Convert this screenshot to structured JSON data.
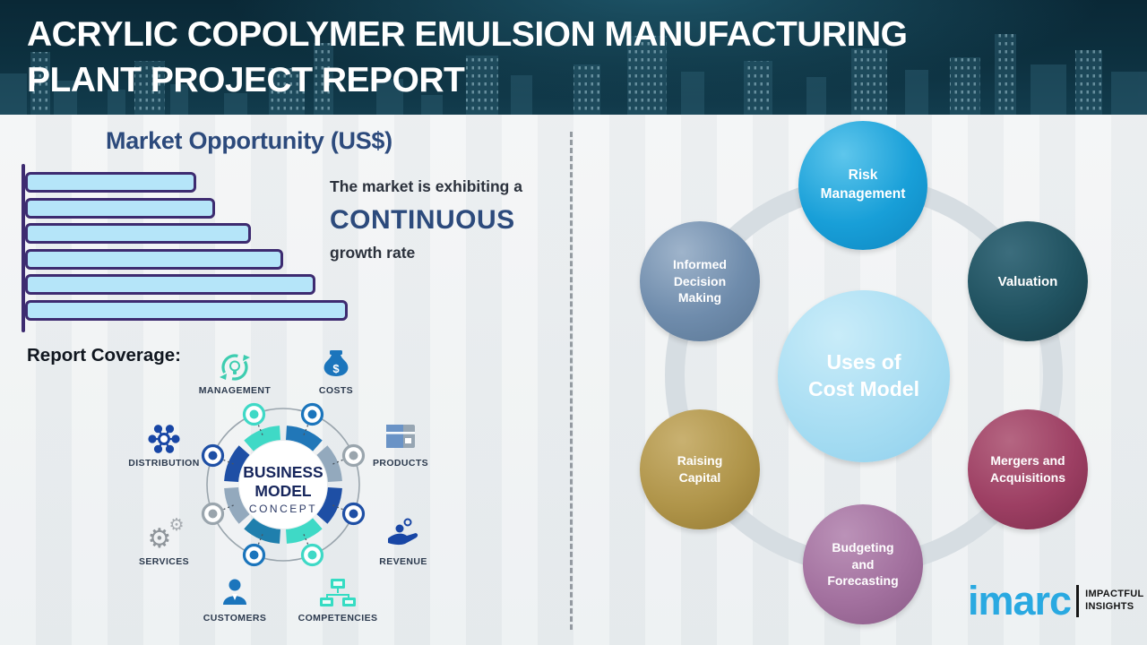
{
  "header": {
    "title_line1": "ACRYLIC COPOLYMER EMULSION MANUFACTURING",
    "title_line2": "PLANT PROJECT REPORT"
  },
  "market": {
    "heading": "Market Opportunity (US$)",
    "note_line1": "The market is exhibiting a",
    "note_emphasis": "CONTINUOUS",
    "note_line2": "growth rate"
  },
  "chart_data": {
    "type": "bar",
    "orientation": "horizontal",
    "title": "Market Opportunity (US$)",
    "categories": [
      "",
      "",
      "",
      "",
      "",
      ""
    ],
    "values": [
      53,
      59,
      70,
      80,
      90,
      100
    ],
    "value_unit": "relative-percent (no tick labels shown in image)",
    "ylabel": "",
    "xlabel": "",
    "grid": false,
    "legend": false,
    "bar_fill": "#b5e5f9",
    "bar_border": "#3d2b70",
    "axis_color": "#3d2b70"
  },
  "report_coverage": {
    "label": "Report Coverage:"
  },
  "business_model": {
    "center_line1": "BUSINESS",
    "center_line2": "MODEL",
    "center_line3": "CONCEPT",
    "items": [
      {
        "label": "MANAGEMENT",
        "icon": "recycle-lightbulb-icon",
        "color": "#3ecdb0"
      },
      {
        "label": "COSTS",
        "icon": "money-bag-icon",
        "color": "#1b75bc"
      },
      {
        "label": "DISTRIBUTION",
        "icon": "network-hub-icon",
        "color": "#1846a5"
      },
      {
        "label": "PRODUCTS",
        "icon": "product-box-icon",
        "color": "#97a6b3"
      },
      {
        "label": "SERVICES",
        "icon": "gears-icon",
        "color": "#8f959b"
      },
      {
        "label": "REVENUE",
        "icon": "hand-coins-icon",
        "color": "#1846a5"
      },
      {
        "label": "CUSTOMERS",
        "icon": "person-icon",
        "color": "#1b75bc"
      },
      {
        "label": "COMPETENCIES",
        "icon": "org-chart-icon",
        "color": "#35dcc3"
      }
    ],
    "ring_segment_colors": [
      "#3fd9c6",
      "#2177b8",
      "#93a9bd",
      "#1e4fa5",
      "#3fd9c6",
      "#1f7fad",
      "#93a9bd",
      "#1e4fa5"
    ]
  },
  "cost_model": {
    "center_label": "Uses of\nCost Model",
    "center_color": "#a5dcf2",
    "items": [
      {
        "label": "Risk\nManagement",
        "color": "#189fd8"
      },
      {
        "label": "Valuation",
        "color": "#205260"
      },
      {
        "label": "Informed\nDecision\nMaking",
        "color": "#6f8cac"
      },
      {
        "label": "Mergers and\nAcquisitions",
        "color": "#9d3f63"
      },
      {
        "label": "Raising\nCapital",
        "color": "#b0954a"
      },
      {
        "label": "Budgeting\nand\nForecasting",
        "color": "#a3719f"
      }
    ],
    "ring_color": "#d6dde2"
  },
  "footer": {
    "brand": "imarc",
    "tagline_line1": "IMPACTFUL",
    "tagline_line2": "INSIGHTS"
  },
  "colors": {
    "header_bg": "#0d3140",
    "accent_navy": "#2c4a7c",
    "divider": "#868d94",
    "page_bg": "#eef0f1",
    "brand_blue": "#29a9e1"
  }
}
